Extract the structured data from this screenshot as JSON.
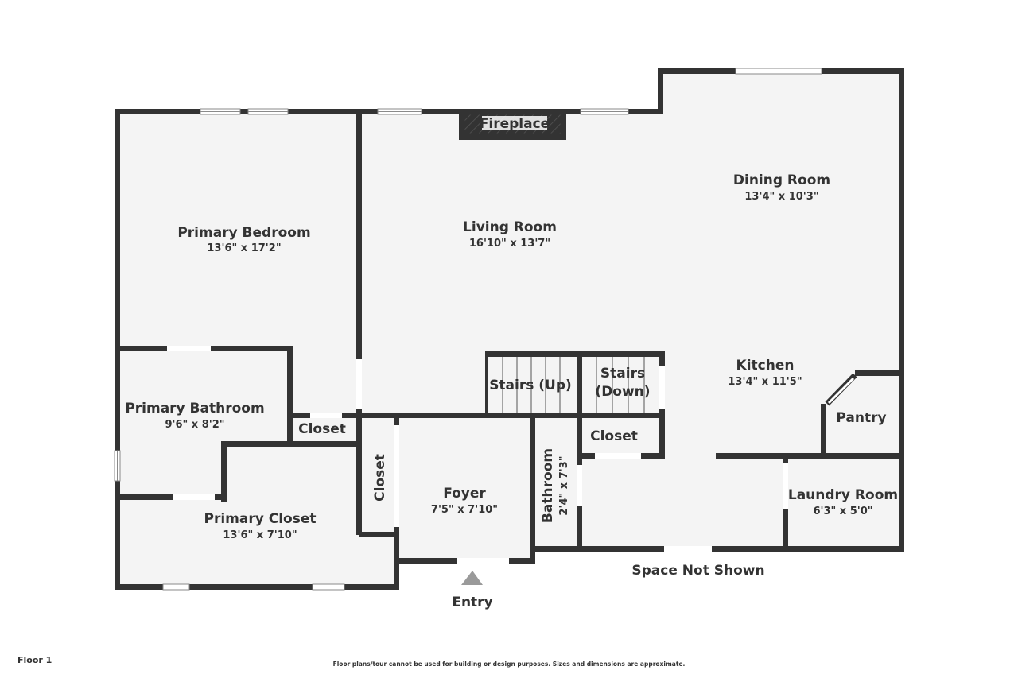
{
  "floor_label": "Floor 1",
  "disclaimer": "Floor plans/tour cannot be used for building or design purposes. Sizes and dimensions are approximate.",
  "rooms": {
    "primary_bedroom": {
      "name": "Primary Bedroom",
      "dim": "13'6\" x 17'2\""
    },
    "living_room": {
      "name": "Living Room",
      "dim": "16'10\" x 13'7\""
    },
    "dining_room": {
      "name": "Dining Room",
      "dim": "13'4\" x 10'3\""
    },
    "kitchen": {
      "name": "Kitchen",
      "dim": "13'4\" x 11'5\""
    },
    "primary_bathroom": {
      "name": "Primary Bathroom",
      "dim": "9'6\" x 8'2\""
    },
    "primary_closet": {
      "name": "Primary Closet",
      "dim": "13'6\" x 7'10\""
    },
    "foyer": {
      "name": "Foyer",
      "dim": "7'5\" x 7'10\""
    },
    "bathroom": {
      "name": "Bathroom",
      "dim": "2'4\" x 7'3\""
    },
    "laundry_room": {
      "name": "Laundry Room",
      "dim": "6'3\" x 5'0\""
    },
    "pantry": {
      "name": "Pantry"
    },
    "closet_a": {
      "name": "Closet"
    },
    "closet_b": {
      "name": "Closet"
    },
    "closet_c": {
      "name": "Closet"
    },
    "stairs_up": {
      "name": "Stairs (Up)"
    },
    "stairs_down": {
      "line1": "Stairs",
      "line2": "(Down)"
    },
    "fireplace": {
      "name": "Fireplace"
    }
  },
  "labels": {
    "entry": "Entry",
    "space_not_shown": "Space Not Shown"
  },
  "colors": {
    "wall": "#333333",
    "floor": "#f4f4f4",
    "text": "#333333",
    "entry_arrow": "#9a9a9a"
  }
}
